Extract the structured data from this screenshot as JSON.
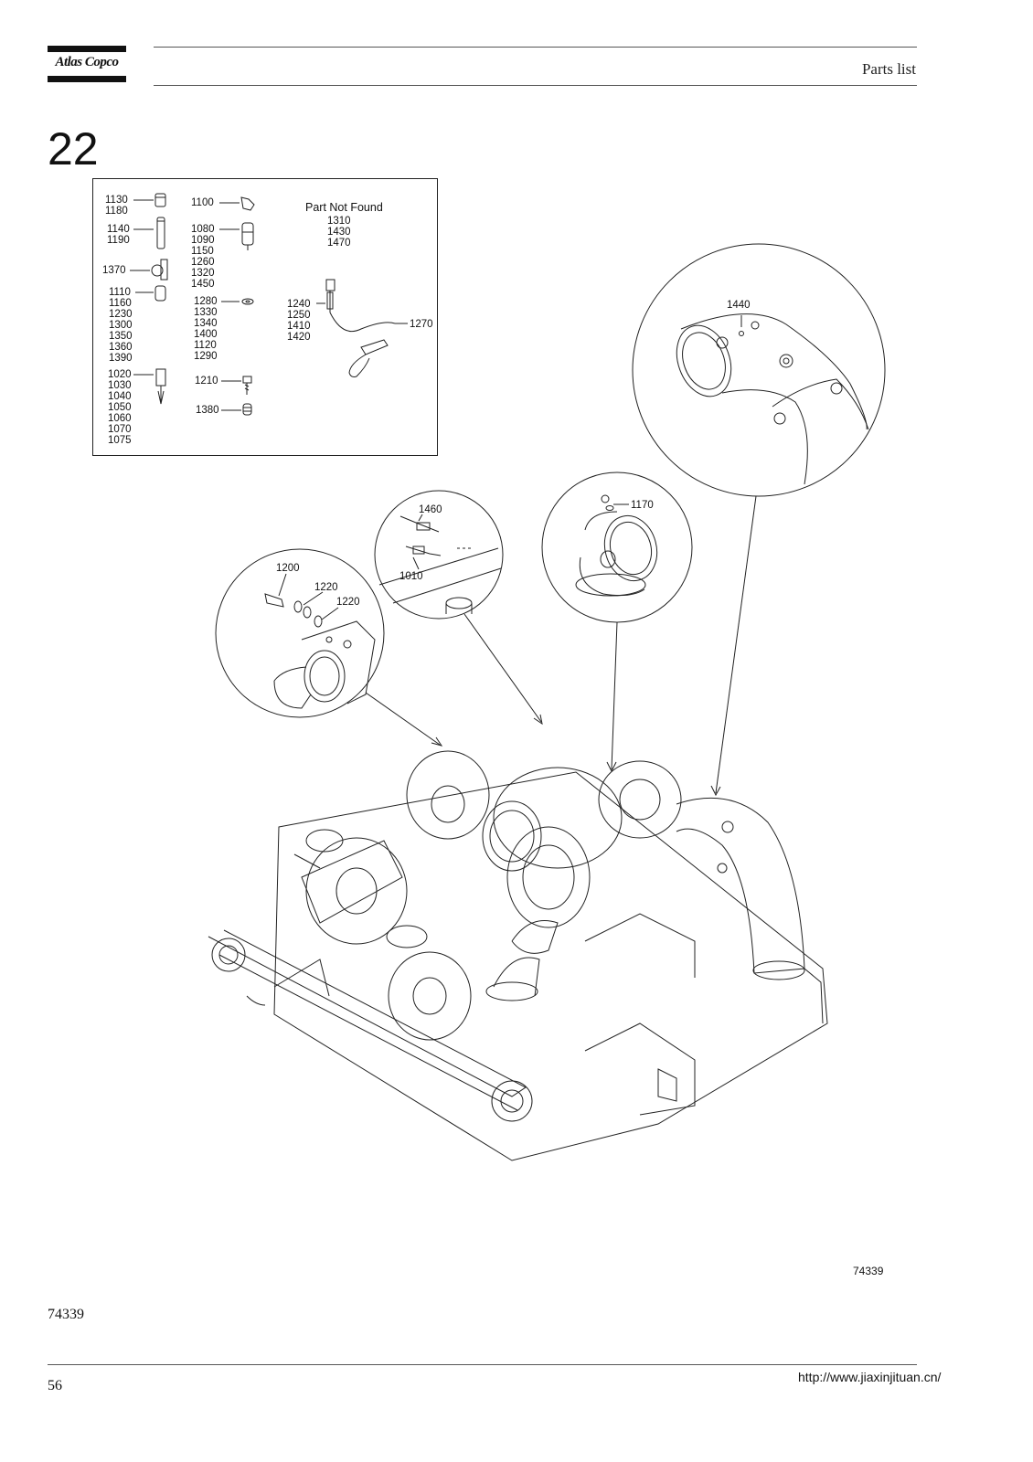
{
  "header": {
    "brand": "Atlas Copco",
    "title": "Parts list"
  },
  "section_number": "22",
  "legend": {
    "part_not_found_title": "Part Not Found",
    "part_not_found_numbers": "1310\n1430\n1470",
    "groups": {
      "g1130": "1130\n1180",
      "g1140": "1140\n1190",
      "g1370": "1370",
      "g1110": "1110\n1160\n1230\n1300\n1350\n1360\n1390",
      "g1020": "1020\n1030\n1040\n1050\n1060\n1070\n1075",
      "g1100": "1100",
      "g1080": "1080\n1090\n1150\n1260\n1320\n1450",
      "g1280": "1280\n1330\n1340\n1400\n1120\n1290",
      "g1210": "1210",
      "g1380": "1380",
      "g1240": "1240\n1250\n1410\n1420",
      "g1270": "1270"
    }
  },
  "callouts": {
    "c1440": "1440",
    "c1460": "1460",
    "c1010": "1010",
    "c1170": "1170",
    "c1200": "1200",
    "c1220a": "1220",
    "c1220b": "1220"
  },
  "drawing_number": "74339",
  "footer": {
    "doc_ref": "74339",
    "page_number": "56",
    "url": "http://www.jiaxinjituan.cn/"
  }
}
